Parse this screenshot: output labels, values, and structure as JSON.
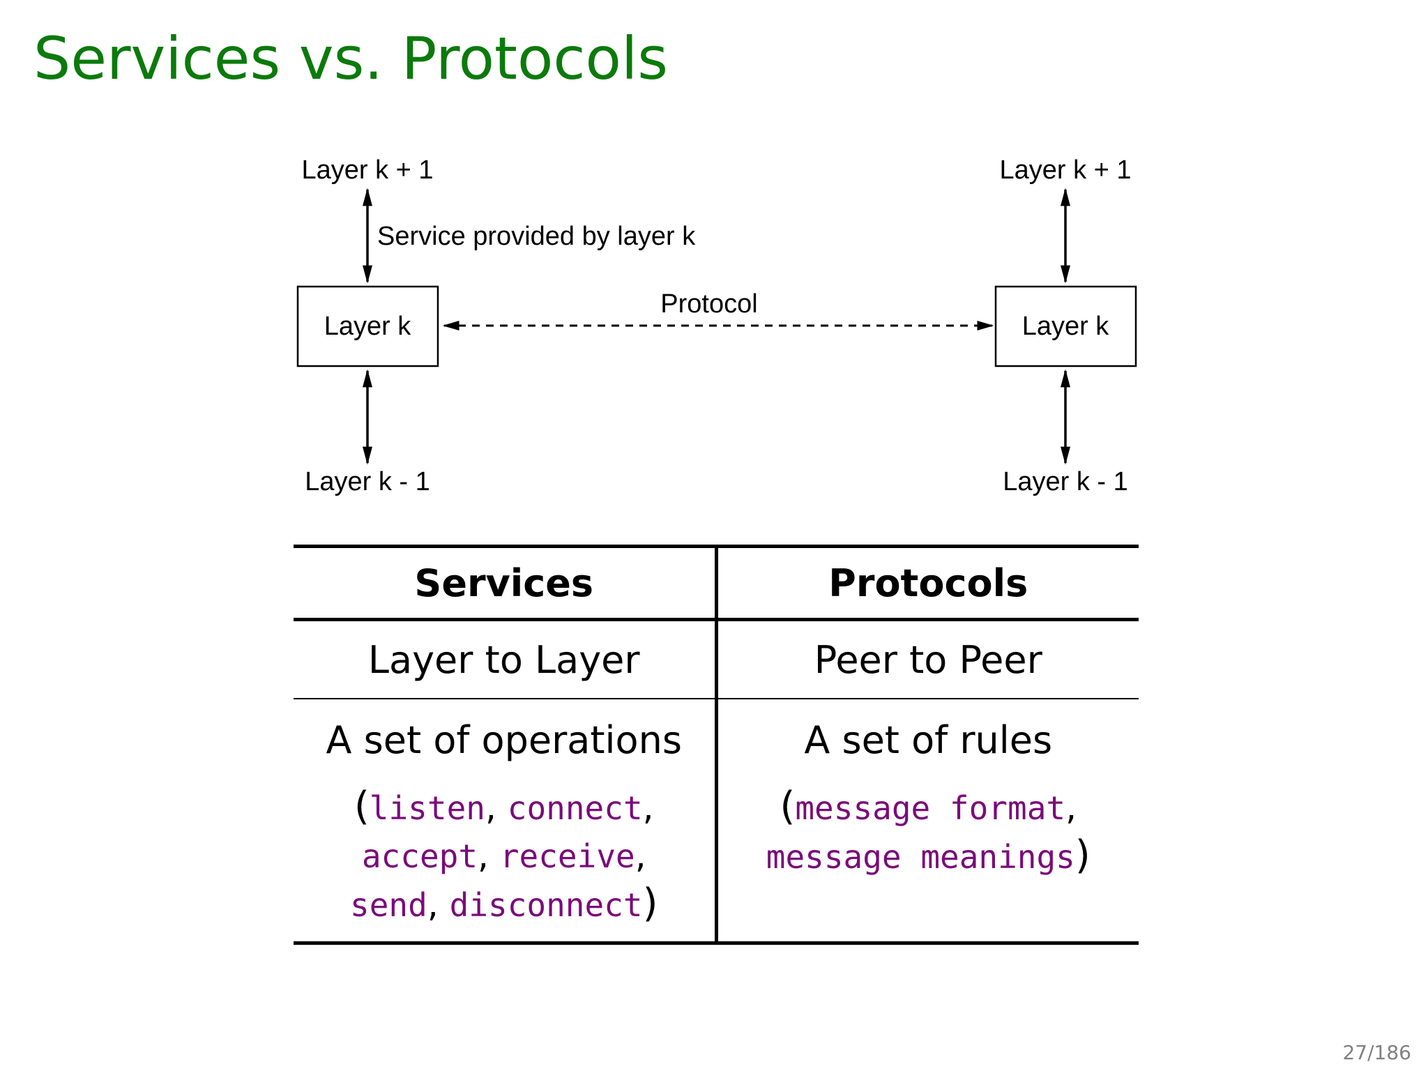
{
  "slide": {
    "title": "Services vs. Protocols",
    "page_number": "27/186"
  },
  "colors": {
    "title": "#0b7a0b",
    "code": "#7a0b7a",
    "text": "#000000",
    "page_number": "#808080"
  },
  "diagram": {
    "left_stack": {
      "upper_label": "Layer k + 1",
      "box_label": "Layer k",
      "lower_label": "Layer k - 1",
      "service_label": "Service provided by layer k"
    },
    "right_stack": {
      "upper_label": "Layer k + 1",
      "box_label": "Layer k",
      "lower_label": "Layer k - 1"
    },
    "protocol_label": "Protocol"
  },
  "table": {
    "headers": [
      "Services",
      "Protocols"
    ],
    "rows": [
      [
        "Layer to Layer",
        "Peer to Peer"
      ],
      [
        "A set of operations",
        "A set of rules"
      ]
    ],
    "examples": {
      "services": {
        "open": "(",
        "sep": ",",
        "close": ")",
        "items": [
          "listen",
          "connect",
          "accept",
          "receive",
          "send",
          "disconnect"
        ]
      },
      "protocols": {
        "open": "(",
        "sep": ",",
        "close": ")",
        "items": [
          "message format",
          "message meanings"
        ]
      }
    }
  }
}
